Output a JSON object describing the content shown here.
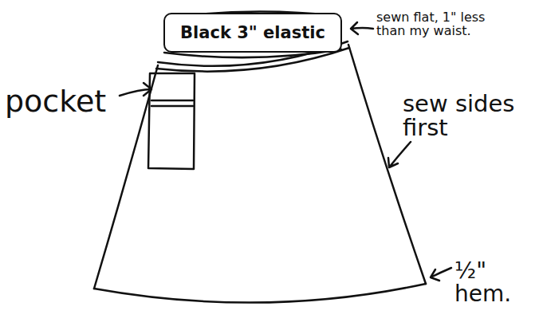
{
  "diagram": {
    "nodes": [
      {
        "text": [
          "Black 3\" elastic"
        ]
      }
    ],
    "labels": [
      "sewn flat, 1\" less than my waist.",
      "pocket",
      "sew sides first",
      "½\" hem."
    ]
  }
}
